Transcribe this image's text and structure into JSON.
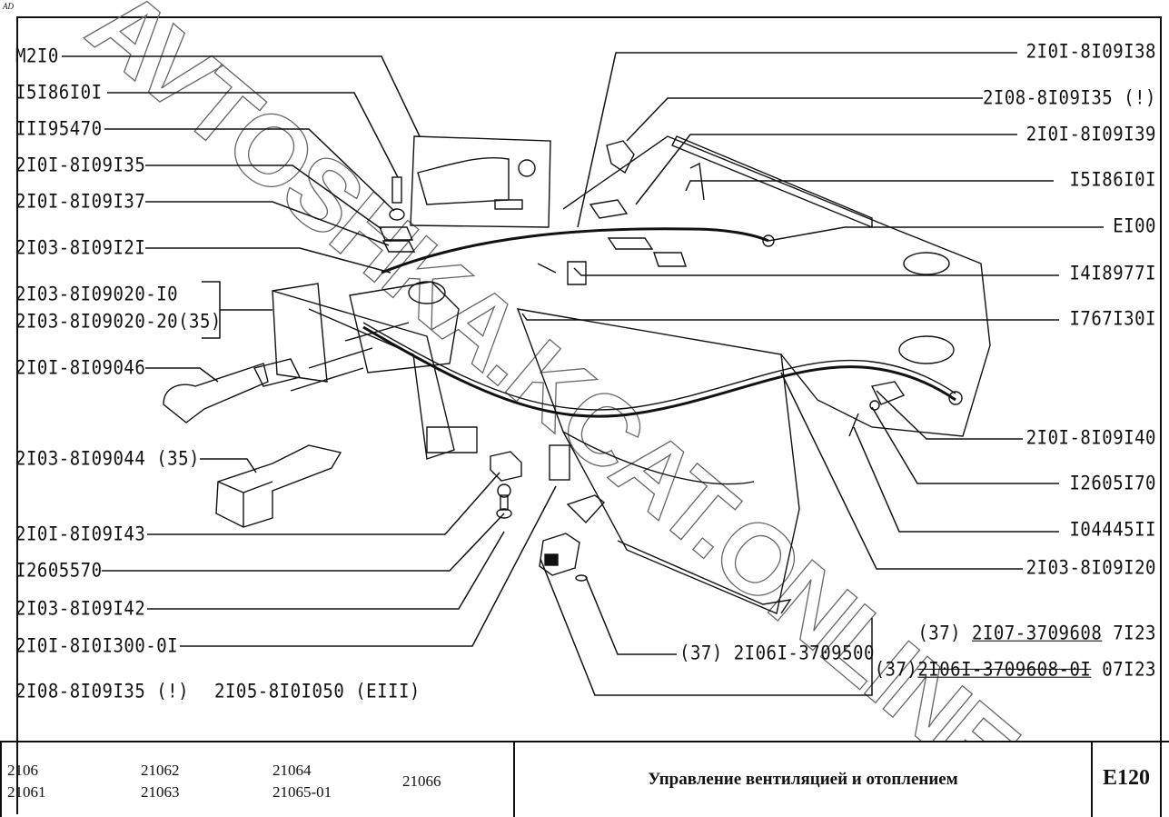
{
  "page": {
    "corner_mark": "AD",
    "watermark": "AVTOSHKA.KCAT.ONLINE",
    "diagram_code": "E120",
    "title": "Управление вентиляцией и отоплением"
  },
  "left_callouts": [
    {
      "id": "l1",
      "text": "M2I0"
    },
    {
      "id": "l2",
      "text": "I5I86I0I"
    },
    {
      "id": "l3",
      "text": "III95470"
    },
    {
      "id": "l4",
      "text": "2I0I-8I09I35"
    },
    {
      "id": "l5",
      "text": "2I0I-8I09I37"
    },
    {
      "id": "l6",
      "text": "2I03-8I09I2I"
    },
    {
      "id": "l7a",
      "text": "2I03-8I09020-I0"
    },
    {
      "id": "l7b",
      "text": "2I03-8I09020-20(35)"
    },
    {
      "id": "l8",
      "text": "2I0I-8I09046"
    },
    {
      "id": "l9",
      "text": "2I03-8I09044 (35)"
    },
    {
      "id": "l10",
      "text": "2I0I-8I09I43"
    },
    {
      "id": "l11",
      "text": "I2605570"
    },
    {
      "id": "l12",
      "text": "2I03-8I09I42"
    },
    {
      "id": "l13",
      "text": "2I0I-8I0I300-0I"
    },
    {
      "id": "l14",
      "text": "2I08-8I09I35 (!)"
    },
    {
      "id": "l15",
      "text": "2I05-8I0I050 (EIII)"
    }
  ],
  "right_callouts": [
    {
      "id": "r1",
      "text": "2I0I-8I09I38"
    },
    {
      "id": "r2",
      "text": "2I08-8I09I35 (!)"
    },
    {
      "id": "r3",
      "text": "2I0I-8I09I39"
    },
    {
      "id": "r4",
      "text": "I5I86I0I"
    },
    {
      "id": "r5",
      "text": "EI00"
    },
    {
      "id": "r6",
      "text": "I4I8977I"
    },
    {
      "id": "r7",
      "text": "I767I30I"
    },
    {
      "id": "r8",
      "text": "2I0I-8I09I40"
    },
    {
      "id": "r9",
      "text": "I2605I70"
    },
    {
      "id": "r10",
      "text": "I04445II"
    },
    {
      "id": "r11",
      "text": "2I03-8I09I20"
    }
  ],
  "bottom_callouts": {
    "switch": "(37) 2I06I-3709500",
    "alt1_prefix": "(37) ",
    "alt1_part": "2I07-3709608",
    "alt1_suffix": " 7I23",
    "alt2_prefix": "(37)",
    "alt2_part": "2I06I-3709608-0I",
    "alt2_suffix": " 07I23"
  },
  "models": {
    "col1": [
      "2106",
      "21061"
    ],
    "col2": [
      "21062",
      "21063"
    ],
    "col3": [
      "21064",
      "21065-01"
    ],
    "col4": [
      "21066"
    ]
  }
}
